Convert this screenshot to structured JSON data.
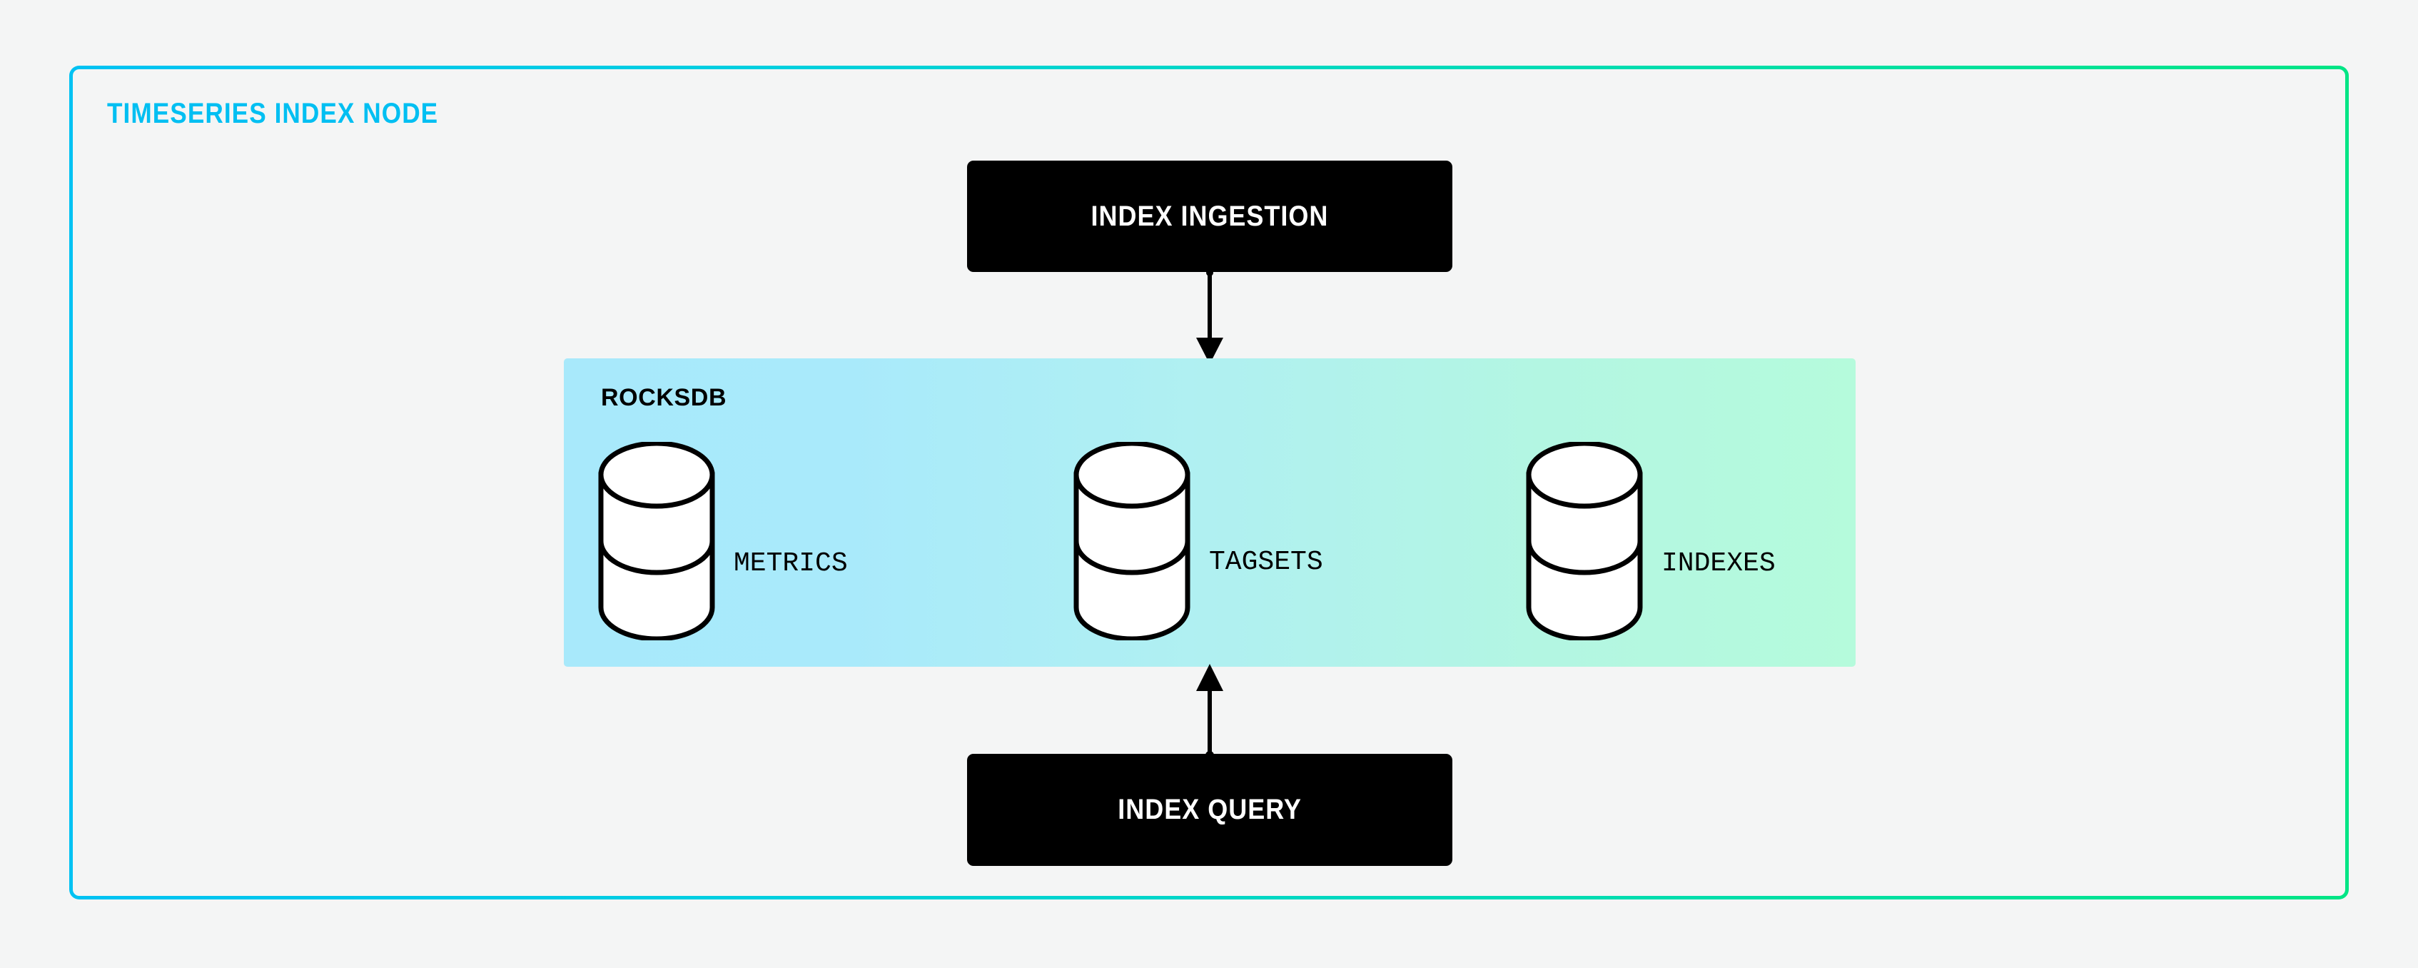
{
  "node": {
    "title": "TIMESERIES INDEX NODE",
    "border_gradient_from": "#00c2f3",
    "border_gradient_to": "#00e585",
    "title_color": "#00bff2"
  },
  "background_color": "#f4f5f5",
  "boxes": {
    "ingestion": {
      "label": "INDEX INGESTION",
      "background": "#000000",
      "text_color": "#ffffff"
    },
    "query": {
      "label": "INDEX QUERY",
      "background": "#000000",
      "text_color": "#ffffff"
    }
  },
  "arrows": [
    {
      "name": "ingestion-to-rocksdb",
      "direction": "down",
      "color": "#000000"
    },
    {
      "name": "query-to-rocksdb",
      "direction": "up",
      "color": "#000000"
    }
  ],
  "rocksdb": {
    "title": "ROCKSDB",
    "gradient_from": "#a8e9fb",
    "gradient_to": "#b5fbdc",
    "stores": [
      {
        "label": "METRICS",
        "icon": "database-cylinder-icon"
      },
      {
        "label": "TAGSETS",
        "icon": "database-cylinder-icon"
      },
      {
        "label": "INDEXES",
        "icon": "database-cylinder-icon"
      }
    ]
  }
}
